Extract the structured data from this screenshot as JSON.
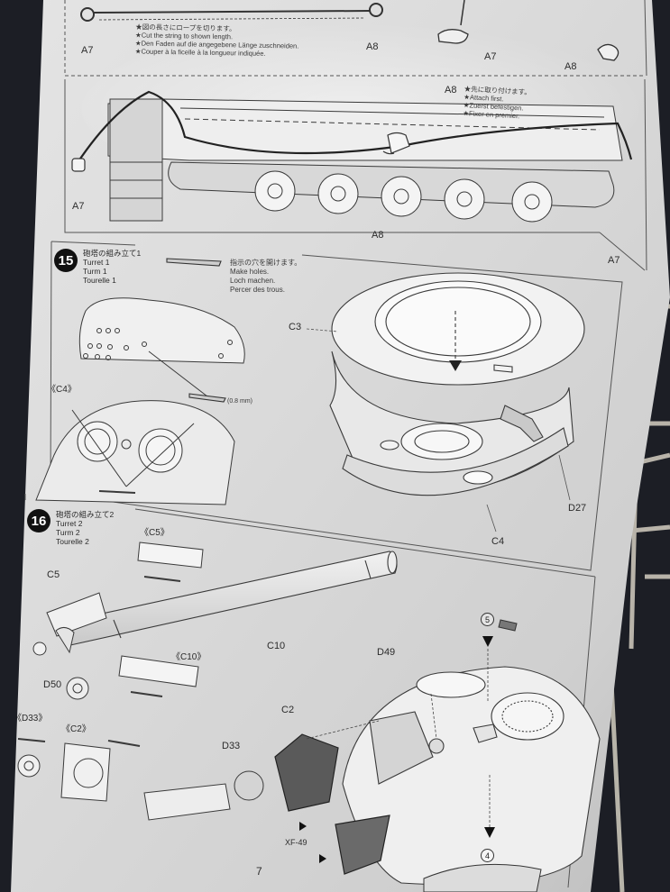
{
  "page": {
    "number": "7"
  },
  "top": {
    "labels": {
      "a7_left": "A7",
      "a8_top": "A8",
      "a7_mid": "A7",
      "a8_right": "A8"
    },
    "cut_note": [
      "★図の長さにロープを切ります。",
      "★Cut the string to shown length.",
      "★Den Faden auf die angegebene Länge zuschneiden.",
      "★Couper à la ficelle à la longueur indiquée."
    ],
    "attach_note": [
      "★先に取り付けます。",
      "★Attach first.",
      "★Zuerst befestigen.",
      "★Fixer en premier."
    ],
    "hull_labels": {
      "a8_attach": "A8",
      "a7_lower_left": "A7",
      "a8_bottom": "A8",
      "a7_lower_right": "A7"
    }
  },
  "step15": {
    "number": "15",
    "title": [
      "砲塔の組み立て1",
      "Turret 1",
      "Turm 1",
      "Tourelle 1"
    ],
    "hole_note": [
      "指示の穴を開けます。",
      "Make holes.",
      "Loch machen.",
      "Percer des trous."
    ],
    "drill_size": "(0.8 mm)",
    "inset_label": "《C4》",
    "parts": {
      "c3": "C3",
      "d27": "D27",
      "c4": "C4"
    }
  },
  "step16": {
    "number": "16",
    "title": [
      "砲塔の組み立て2",
      "Turret 2",
      "Turm 2",
      "Tourelle 2"
    ],
    "parts": {
      "c5_inset": "《C5》",
      "c5": "C5",
      "c10": "C10",
      "c10_inset": "《C10》",
      "d50": "D50",
      "d49": "D49",
      "d33_inset": "《D33》",
      "c2_inset": "《C2》",
      "c2": "C2",
      "d33": "D33",
      "paint": "XF-49"
    },
    "callouts": {
      "five": "5",
      "four": "4"
    }
  }
}
